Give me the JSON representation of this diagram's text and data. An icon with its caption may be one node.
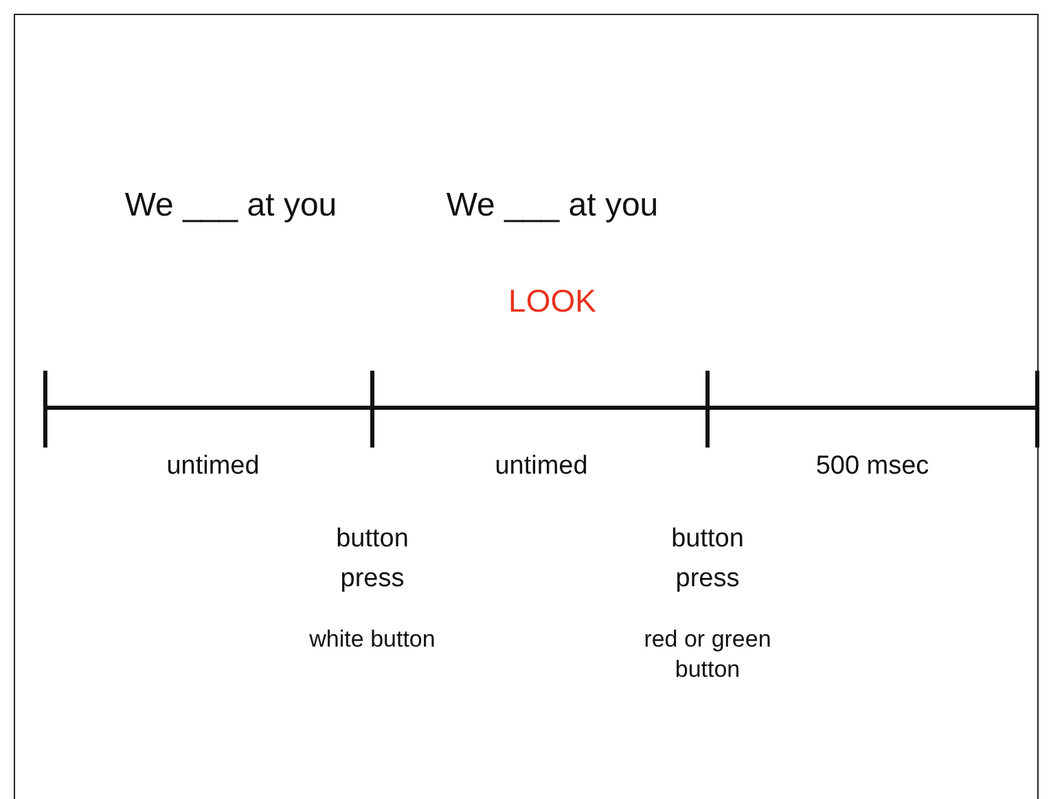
{
  "diagram": {
    "labels": [
      "We ___ at you",
      "We ___ at you",
      "LOOK",
      "untimed",
      "untimed",
      "500 msec",
      "button press",
      "white button",
      "button press",
      "red or green button"
    ]
  }
}
